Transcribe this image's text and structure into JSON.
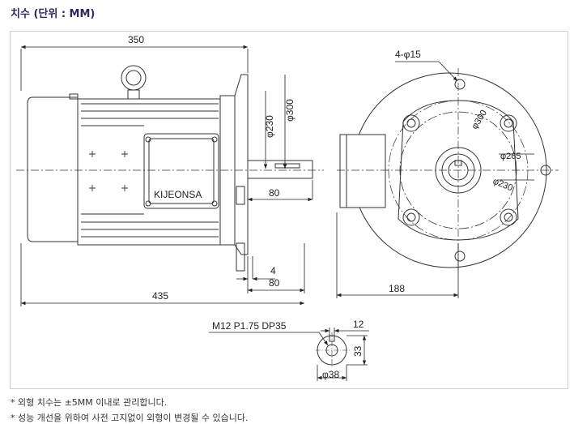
{
  "header": {
    "title": "치수 (단위 : MM)"
  },
  "drawing": {
    "brand": "KIJEONSA",
    "dims": {
      "len_350": "350",
      "dia_300": "φ300",
      "dia_230": "φ230",
      "len_80_top": "80",
      "len_4": "4",
      "len_80_bottom": "80",
      "len_435": "435",
      "holes": "4-φ15",
      "pcd_300": "φ300",
      "pcd_265": "φ265",
      "pcd_230": "φ230",
      "len_188": "188",
      "thread": "M12 P1.75 DP35",
      "len_12": "12",
      "len_33": "33",
      "dia_38": "φ38"
    }
  },
  "notes": [
    "* 외형 치수는 ±5MM 이내로 관리합니다.",
    "* 성능 개선을 위하여 사전 고지없이 외형이 변경될 수 있습니다."
  ]
}
